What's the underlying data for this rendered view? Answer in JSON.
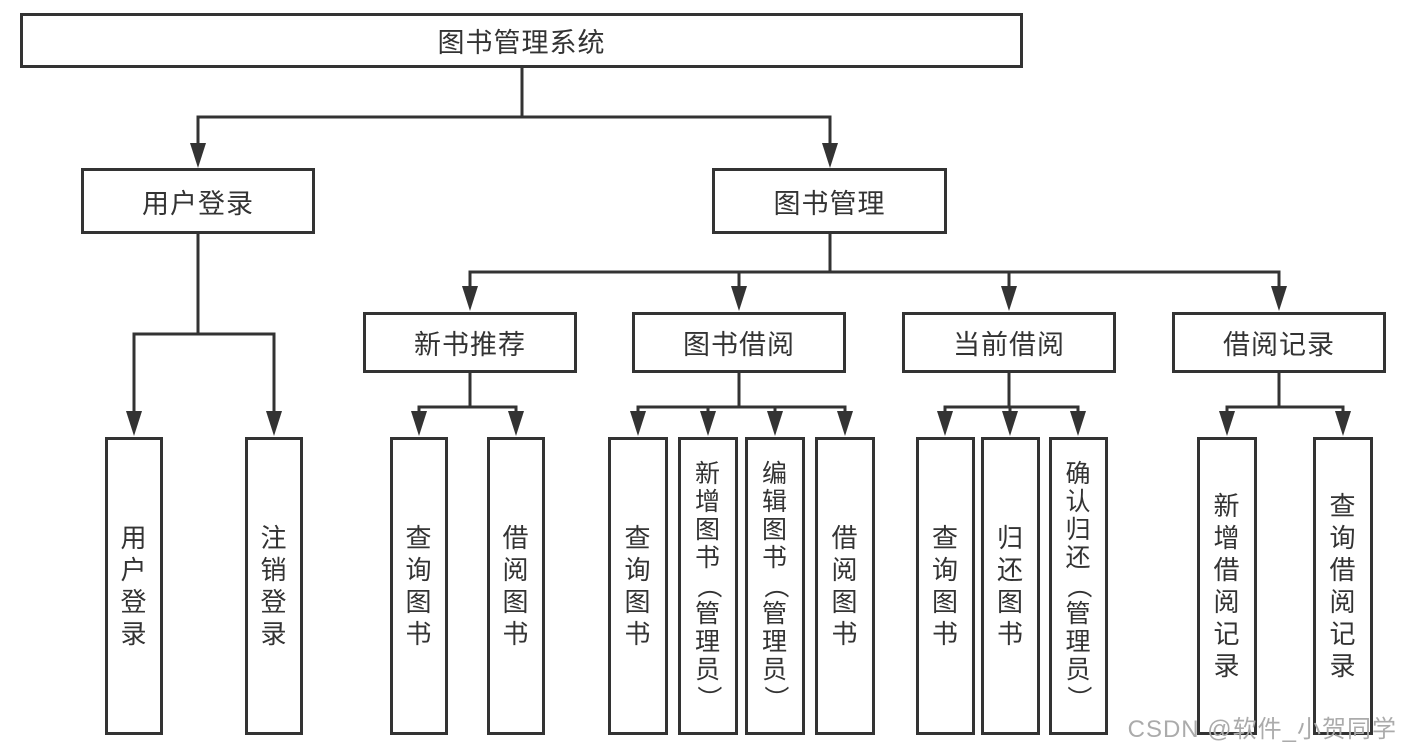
{
  "diagram": {
    "root": {
      "label": "图书管理系统"
    },
    "level2": {
      "user_login": {
        "label": "用户登录"
      },
      "book_management": {
        "label": "图书管理"
      }
    },
    "level3": {
      "new_book_recommend": {
        "label": "新书推荐"
      },
      "book_borrowing": {
        "label": "图书借阅"
      },
      "current_borrowing": {
        "label": "当前借阅"
      },
      "borrowing_records": {
        "label": "借阅记录"
      }
    },
    "leaves": {
      "user_login_action": {
        "label": "用户登录"
      },
      "logout_action": {
        "label": "注销登录"
      },
      "recommend_query_books": {
        "label": "查询图书"
      },
      "recommend_borrow_books": {
        "label": "借阅图书"
      },
      "borrowing_query_books": {
        "label": "查询图书"
      },
      "borrowing_add_book_admin": {
        "label": "新增图书（管理员）"
      },
      "borrowing_edit_book_admin": {
        "label": "编辑图书（管理员）"
      },
      "borrowing_borrow_books": {
        "label": "借阅图书"
      },
      "current_query_books": {
        "label": "查询图书"
      },
      "current_return_books": {
        "label": "归还图书"
      },
      "current_confirm_return_admin": {
        "label": "确认归还（管理员）"
      },
      "records_add_borrow_record": {
        "label": "新增借阅记录"
      },
      "records_query_borrow_record": {
        "label": "查询借阅记录"
      }
    },
    "edges": [
      [
        "root",
        "user_login"
      ],
      [
        "root",
        "book_management"
      ],
      [
        "user_login",
        "user_login_action"
      ],
      [
        "user_login",
        "logout_action"
      ],
      [
        "book_management",
        "new_book_recommend"
      ],
      [
        "book_management",
        "book_borrowing"
      ],
      [
        "book_management",
        "current_borrowing"
      ],
      [
        "book_management",
        "borrowing_records"
      ],
      [
        "new_book_recommend",
        "recommend_query_books"
      ],
      [
        "new_book_recommend",
        "recommend_borrow_books"
      ],
      [
        "book_borrowing",
        "borrowing_query_books"
      ],
      [
        "book_borrowing",
        "borrowing_add_book_admin"
      ],
      [
        "book_borrowing",
        "borrowing_edit_book_admin"
      ],
      [
        "book_borrowing",
        "borrowing_borrow_books"
      ],
      [
        "current_borrowing",
        "current_query_books"
      ],
      [
        "current_borrowing",
        "current_return_books"
      ],
      [
        "current_borrowing",
        "current_confirm_return_admin"
      ],
      [
        "borrowing_records",
        "records_add_borrow_record"
      ],
      [
        "borrowing_records",
        "records_query_borrow_record"
      ]
    ],
    "watermark": "CSDN @软件_小贺同学",
    "colors": {
      "line": "#333333",
      "text": "#333333",
      "watermark": "#ababab",
      "background": "#ffffff"
    }
  }
}
